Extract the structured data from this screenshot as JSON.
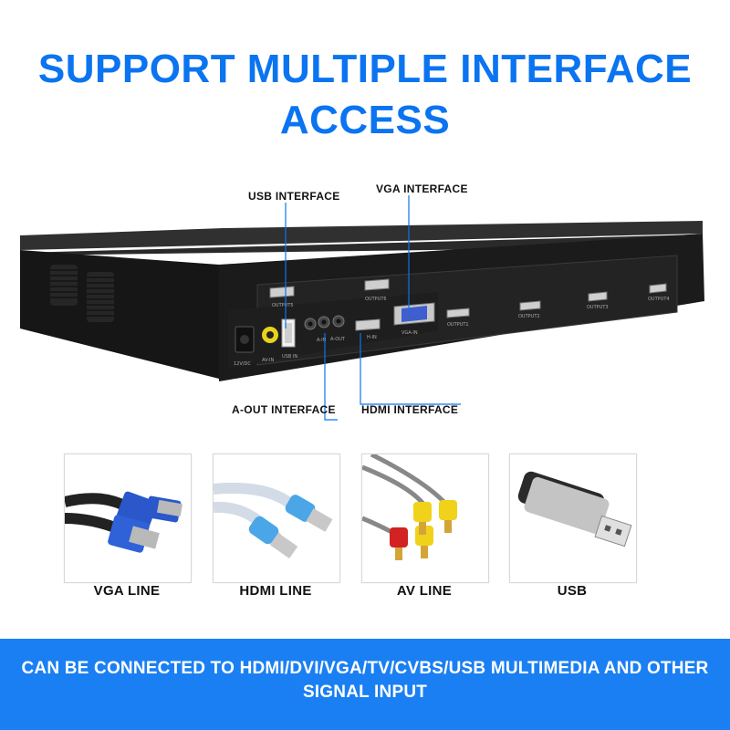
{
  "headline": {
    "line1": "SUPPORT MULTIPLE INTERFACE",
    "line2": "ACCESS"
  },
  "callouts": {
    "usb": "USB INTERFACE",
    "vga": "VGA INTERFACE",
    "aout": "A-OUT INTERFACE",
    "hdmi": "HDMI INTERFACE"
  },
  "panel_labels": {
    "power": "12V/DC",
    "av_in": "AV-IN",
    "usb_in": "USB IN",
    "a_in": "A-IN",
    "a_out": "A-OUT",
    "hdmi_in": "H-IN",
    "vga_in": "VGA-IN",
    "output1": "OUTPUT1",
    "output2": "OUTPUT2",
    "output3": "OUTPUT3",
    "output4": "OUTPUT4",
    "output5": "OUTPUT5",
    "output6": "OUTPUT6"
  },
  "tiles": [
    {
      "label": "VGA LINE",
      "icon": "vga-cable-photo"
    },
    {
      "label": "HDMI LINE",
      "icon": "hdmi-cable-photo"
    },
    {
      "label": "AV LINE",
      "icon": "av-cable-photo"
    },
    {
      "label": "USB",
      "icon": "usb-drive-photo"
    }
  ],
  "banner": {
    "text": "CAN BE CONNECTED TO HDMI/DVI/VGA/TV/CVBS/USB MULTIMEDIA AND OTHER SIGNAL INPUT"
  },
  "colors": {
    "accent": "#0b74f0",
    "banner": "#1a7ff2",
    "device": "#1c1c1c"
  }
}
